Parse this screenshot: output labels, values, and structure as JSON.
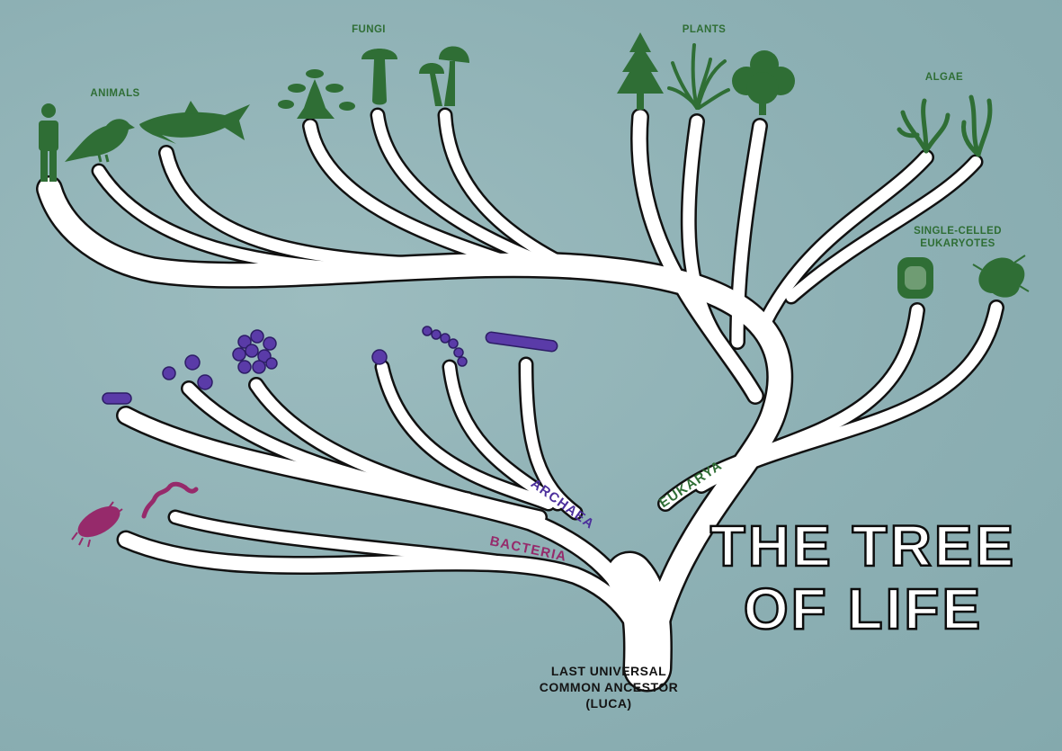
{
  "title": {
    "line1": "THE TREE",
    "line2": "OF LIFE"
  },
  "root_label": {
    "line1": "LAST UNIVERSAL",
    "line2": "COMMON ANCESTOR",
    "line3": "(LUCA)"
  },
  "domains": {
    "bacteria": "BACTERIA",
    "archaea": "ARCHAEA",
    "eukarya": "EUKARYA"
  },
  "groups": {
    "animals": "ANIMALS",
    "fungi": "FUNGI",
    "plants": "PLANTS",
    "algae": "ALGAE",
    "single_celled": {
      "line1": "SINGLE-CELLED",
      "line2": "EUKARYOTES"
    }
  },
  "icons": {
    "animals": [
      "human-icon",
      "bird-icon",
      "shark-icon"
    ],
    "fungi": [
      "fungus-cluster-icon",
      "mushroom-icon",
      "double-mushroom-icon"
    ],
    "plants": [
      "conifer-icon",
      "grass-icon",
      "deciduous-tree-icon"
    ],
    "algae": [
      "kelp-icon",
      "seaweed-icon"
    ],
    "single_celled": [
      "protist-cell-icon",
      "amoeba-icon"
    ],
    "archaea": [
      "rod-cell-icon",
      "coccus-cells-icon",
      "cluster-cells-icon",
      "single-coccus-icon",
      "chain-cells-icon",
      "filament-cells-icon"
    ],
    "bacteria": [
      "bacillus-icon",
      "spirillum-icon"
    ]
  },
  "colors": {
    "background": "#8fb2b5",
    "eukarya": "#2f6e35",
    "archaea": "#4c2f9c",
    "bacteria": "#962a6b",
    "branch_fill": "#ffffff",
    "branch_outline": "#111111"
  }
}
